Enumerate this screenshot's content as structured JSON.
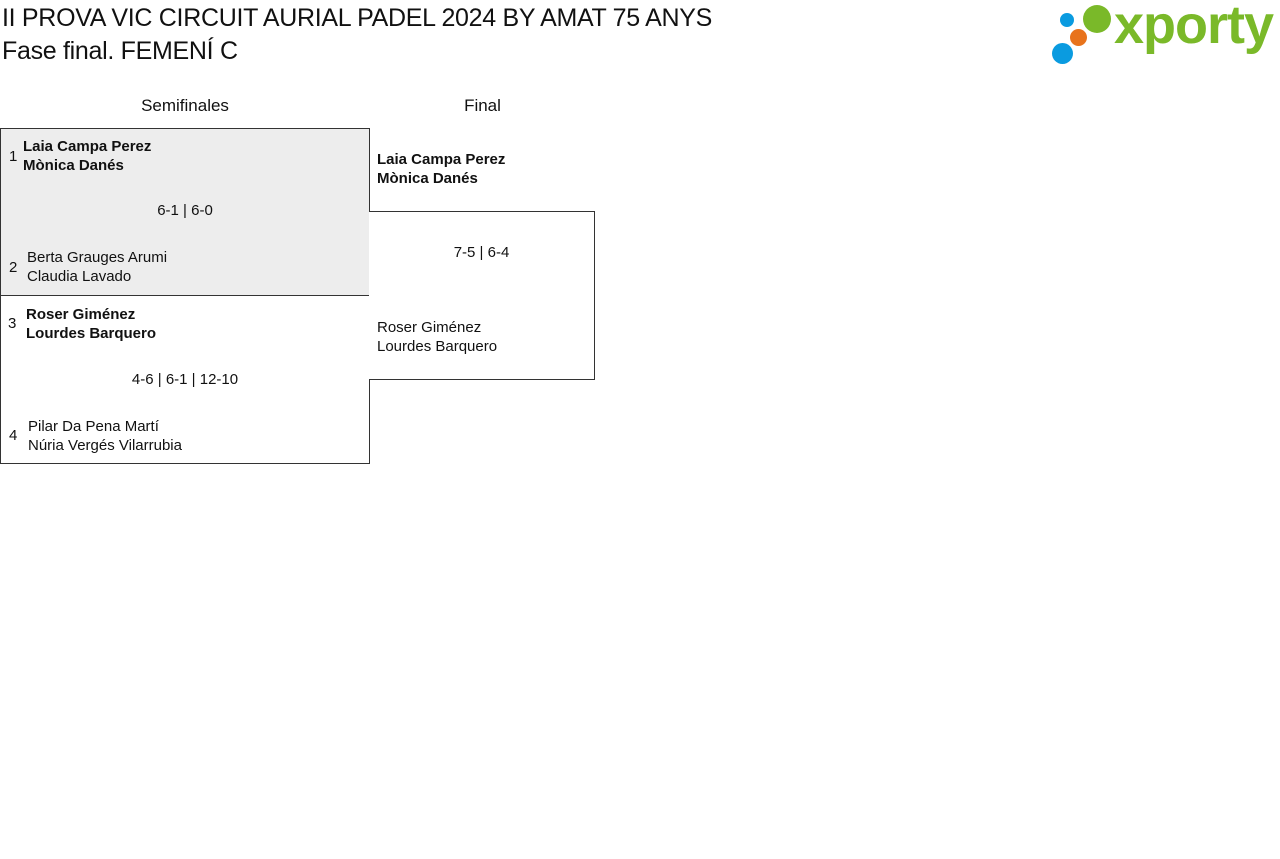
{
  "header": {
    "title_line1": "II PROVA VIC CIRCUIT AURIAL PADEL 2024 BY AMAT 75 ANYS",
    "title_line2": "Fase final. FEMENÍ C",
    "logo_text": "xporty",
    "logo_colors": [
      "#7ab929",
      "#0a9be0",
      "#e8731c"
    ]
  },
  "rounds": {
    "semifinal_label": "Semifinales",
    "final_label": "Final"
  },
  "semifinals": [
    {
      "score": "6-1 | 6-0",
      "highlight_color": "#ededed",
      "teams": [
        {
          "seed": "1",
          "player1": "Laia Campa Perez",
          "player2": "Mònica Danés",
          "winner": true
        },
        {
          "seed": "2",
          "player1": "Berta Grauges Arumi",
          "player2": "Claudia Lavado",
          "winner": false
        }
      ]
    },
    {
      "score": "4-6 | 6-1 | 12-10",
      "teams": [
        {
          "seed": "3",
          "player1": "Roser Giménez",
          "player2": "Lourdes Barquero",
          "winner": true
        },
        {
          "seed": "4",
          "player1": "Pilar Da Pena Martí",
          "player2": "Núria Vergés Vilarrubia",
          "winner": false
        }
      ]
    }
  ],
  "final": {
    "score": "7-5 | 6-4",
    "teams": [
      {
        "player1": "Laia Campa Perez",
        "player2": "Mònica Danés",
        "winner": true
      },
      {
        "player1": "Roser Giménez",
        "player2": "Lourdes Barquero",
        "winner": false
      }
    ]
  }
}
